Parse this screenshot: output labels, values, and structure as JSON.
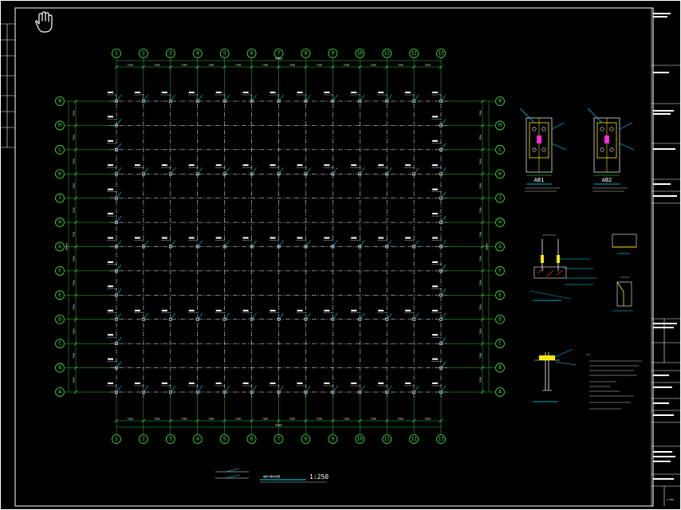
{
  "colors": {
    "background": "#000000",
    "frame": "#ffffff",
    "grid_bubble": "#3ef03e",
    "dimension": "#3ef03e",
    "grid_line": "#ffffff",
    "anchor": "#ffffff",
    "bolt": "#00e5ff",
    "detail_yellow": "#ffe600",
    "detail_magenta": "#ff2bd6",
    "detail_red": "#ff3b3b"
  },
  "cursor": {
    "icon": "hand-pan-icon"
  },
  "plan": {
    "columns": [
      "1",
      "2",
      "3",
      "4",
      "5",
      "6",
      "7",
      "8",
      "9",
      "10",
      "11",
      "12",
      "13"
    ],
    "rows": [
      "N",
      "M",
      "L",
      "K",
      "J",
      "H",
      "G",
      "F",
      "E",
      "D",
      "C",
      "B",
      "A"
    ],
    "top_bay_labels": [
      "7500",
      "7500",
      "7500",
      "7500",
      "7500",
      "7500",
      "7500",
      "7500",
      "7500",
      "7500",
      "7500",
      "7500"
    ],
    "overall_width_label": "90000",
    "overall_height_label": "90000",
    "left_bay_labels": [
      "7500",
      "7500",
      "7500",
      "7500",
      "7500",
      "7500",
      "7500",
      "7500",
      "7500",
      "7500",
      "7500",
      "7500"
    ]
  },
  "details": {
    "ab1_label": "AB1",
    "ab2_label": "AB2"
  },
  "footer": {
    "title": "锚栓平面布置图",
    "scale": "1:250"
  },
  "title_block": {
    "scale_value": "1:250"
  }
}
